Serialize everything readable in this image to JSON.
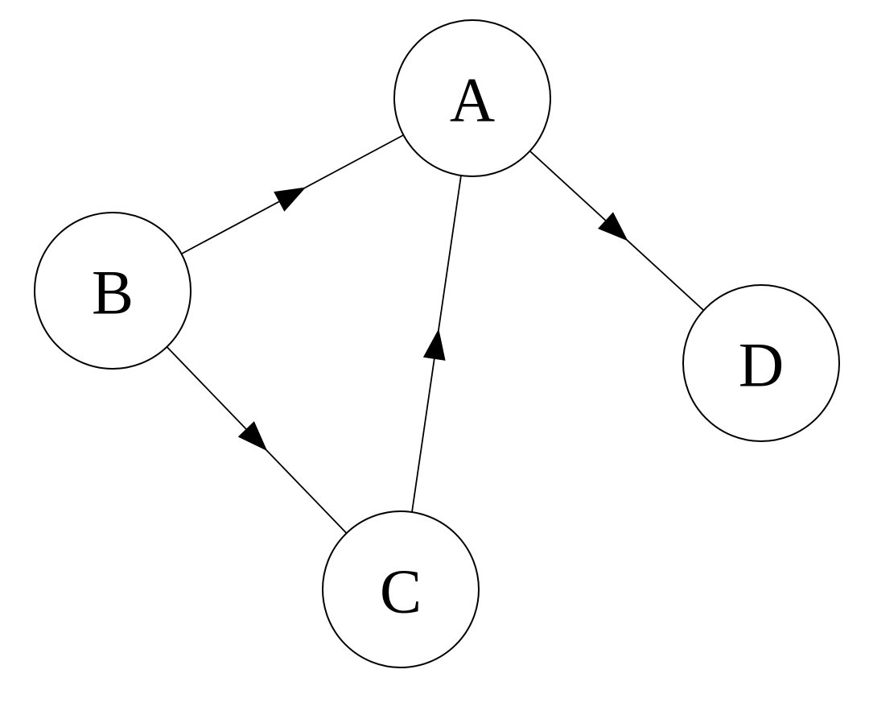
{
  "diagram": {
    "type": "directed-graph",
    "nodes": [
      {
        "id": "A",
        "label": "A"
      },
      {
        "id": "B",
        "label": "B"
      },
      {
        "id": "C",
        "label": "C"
      },
      {
        "id": "D",
        "label": "D"
      }
    ],
    "edges": [
      {
        "from": "B",
        "to": "A"
      },
      {
        "from": "B",
        "to": "C"
      },
      {
        "from": "C",
        "to": "A"
      },
      {
        "from": "A",
        "to": "D"
      }
    ],
    "colors": {
      "stroke": "#000000",
      "fill": "#ffffff"
    }
  }
}
